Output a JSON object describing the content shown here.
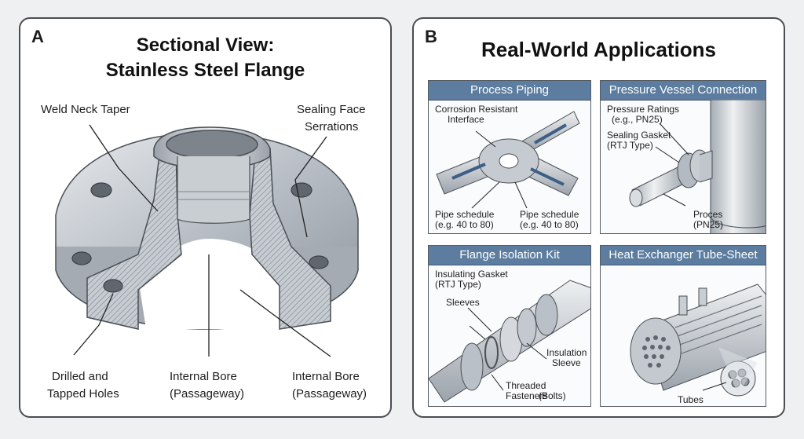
{
  "panel_a": {
    "letter": "A",
    "title_line1": "Sectional View:",
    "title_line2": "Stainless Steel Flange",
    "labels": {
      "weld_neck": "Weld Neck Taper",
      "sealing_face_1": "Sealing Face",
      "sealing_face_2": "Serrations",
      "drilled_1": "Drilled and",
      "drilled_2": "Tapped Holes",
      "bore1_1": "Internal Bore",
      "bore1_2": "(Passageway)",
      "bore2_1": "Internal Bore",
      "bore2_2": "(Passageway)"
    }
  },
  "panel_b": {
    "letter": "B",
    "title": "Real-World Applications",
    "cards": {
      "process_piping": {
        "title": "Process Piping",
        "corrosion_1": "Corrosion Resistant",
        "corrosion_2": "Interface",
        "sched_left_1": "Pipe schedule",
        "sched_left_2": "(e.g. 40 to 80)",
        "sched_right_1": "Pipe schedule",
        "sched_right_2": "(e.g. 40 to 80)"
      },
      "pressure_vessel": {
        "title": "Pressure Vessel Connection",
        "ratings_1": "Pressure Ratings",
        "ratings_2": "(e.g., PN25)",
        "gasket_1": "Sealing Gasket",
        "gasket_2": "(RTJ Type)",
        "proces_1": "Proces",
        "proces_2": "(PN25)"
      },
      "isolation_kit": {
        "title": "Flange Isolation Kit",
        "insulating_1": "Insulating Gasket",
        "insulating_2": "(RTJ Type)",
        "sleeves": "Sleeves",
        "insulation_1": "Insulation",
        "insulation_2": "Sleeve",
        "threaded_1": "Threaded Fasteners",
        "threaded_2": "(Bolts)"
      },
      "heat_exchanger": {
        "title": "Heat Exchanger Tube-Sheet",
        "tubes": "Tubes"
      }
    }
  }
}
